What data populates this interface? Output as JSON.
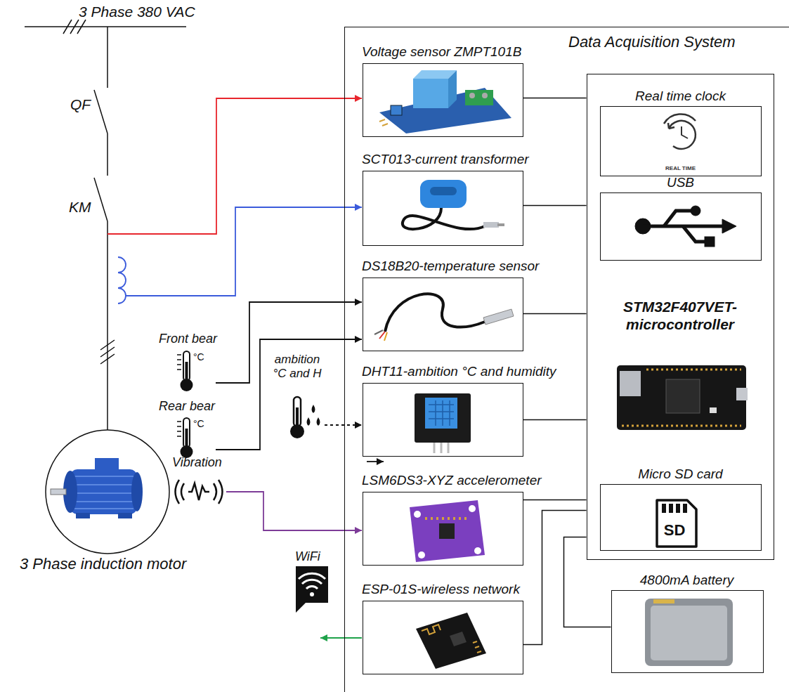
{
  "diagram": {
    "nodes": [
      {
        "text": [
          "Data Acquisition System"
        ]
      },
      {
        "text": [
          "Voltage sensor ZMPT101B"
        ],
        "in": 0
      },
      {
        "text": [
          "SCT013-current transformer"
        ],
        "in": 0
      },
      {
        "text": [
          "DS18B20-temperature sensor"
        ],
        "in": 0
      },
      {
        "text": [
          "DHT11-ambition °C and humidity"
        ],
        "in": 0
      },
      {
        "text": [
          "LSM6DS3-XYZ accelerometer"
        ],
        "in": 0
      },
      {
        "text": [
          "ESP-01S-wireless network"
        ],
        "in": 0
      },
      {
        "text": [
          "STM32F407VET- microcontroller"
        ],
        "in": 0
      },
      {
        "text": [
          "Real time clock",
          "REAL TIME"
        ],
        "in": 7
      },
      {
        "text": [
          "USB"
        ],
        "in": 7
      },
      {
        "text": [
          "Micro SD card",
          "SD"
        ],
        "in": 7
      },
      {
        "text": [
          "4800mA battery"
        ],
        "in": 0
      }
    ],
    "edges": [
      {
        "from": 1,
        "to": 7,
        "arrow": "none"
      },
      {
        "from": 2,
        "to": 7,
        "arrow": "none"
      },
      {
        "from": 3,
        "to": 7,
        "arrow": "none"
      },
      {
        "from": 4,
        "to": 7,
        "arrow": "none"
      },
      {
        "from": 5,
        "to": 7,
        "arrow": "none"
      },
      {
        "from": 6,
        "to": 7,
        "arrow": "none"
      },
      {
        "from": 11,
        "to": 7,
        "arrow": "none"
      }
    ],
    "labels": [
      "3 Phase 380 VAC",
      "QF",
      "KM",
      "Front bear",
      "°C",
      "Rear bear",
      "°C",
      "ambition °C and H",
      "Vibration",
      "3 Phase induction motor",
      "WiFi"
    ]
  }
}
